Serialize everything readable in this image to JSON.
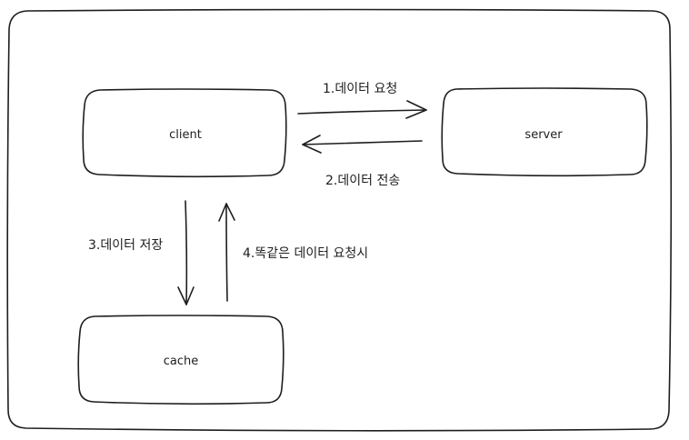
{
  "nodes": {
    "client": "client",
    "server": "server",
    "cache": "cache"
  },
  "edges": {
    "request": "1.데이터 요청",
    "transfer": "2.데이터 전송",
    "store": "3.데이터 저장",
    "repeat_request": "4.똑같은 데이터 요청시"
  }
}
